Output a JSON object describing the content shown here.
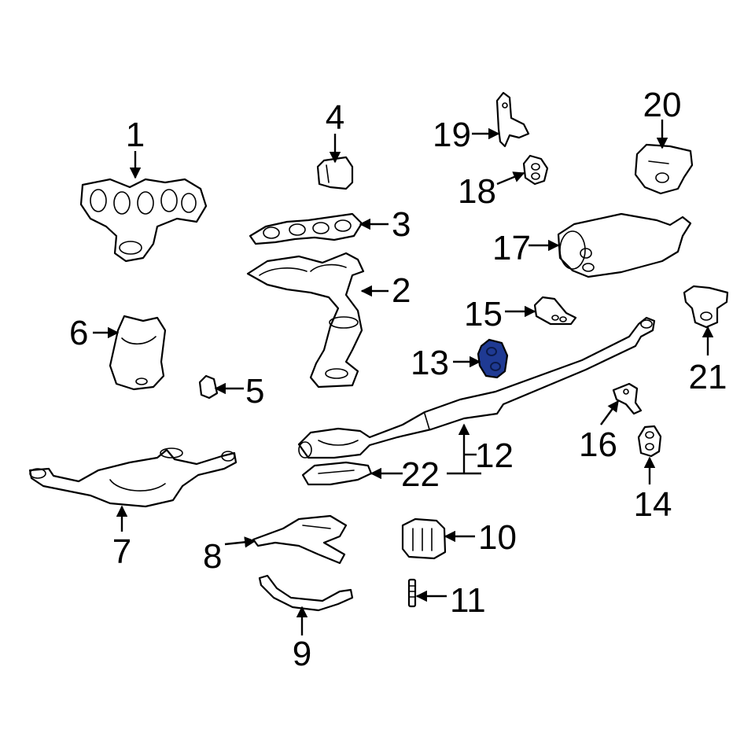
{
  "highlight_color": "#1f3a93",
  "callouts": [
    {
      "id": "1",
      "label": "1"
    },
    {
      "id": "2",
      "label": "2"
    },
    {
      "id": "3",
      "label": "3"
    },
    {
      "id": "4",
      "label": "4"
    },
    {
      "id": "5",
      "label": "5"
    },
    {
      "id": "6",
      "label": "6"
    },
    {
      "id": "7",
      "label": "7"
    },
    {
      "id": "8",
      "label": "8"
    },
    {
      "id": "9",
      "label": "9"
    },
    {
      "id": "10",
      "label": "10"
    },
    {
      "id": "11",
      "label": "11"
    },
    {
      "id": "12",
      "label": "12"
    },
    {
      "id": "13",
      "label": "13"
    },
    {
      "id": "14",
      "label": "14"
    },
    {
      "id": "15",
      "label": "15"
    },
    {
      "id": "16",
      "label": "16"
    },
    {
      "id": "17",
      "label": "17"
    },
    {
      "id": "18",
      "label": "18"
    },
    {
      "id": "19",
      "label": "19"
    },
    {
      "id": "20",
      "label": "20"
    },
    {
      "id": "21",
      "label": "21"
    },
    {
      "id": "22",
      "label": "22"
    }
  ]
}
